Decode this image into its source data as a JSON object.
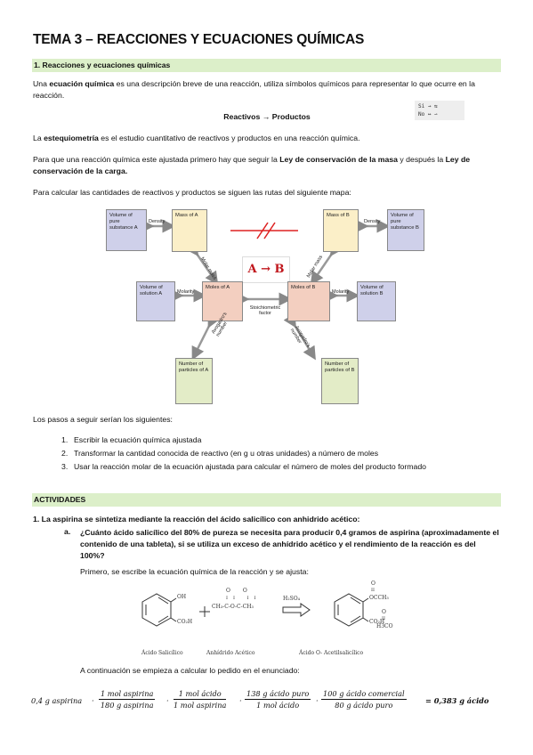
{
  "title": "TEMA 3 – REACCIONES Y ECUACIONES QUÍMICAS",
  "section1": "1. Reacciones y ecuaciones químicas",
  "p1_a": "Una ",
  "p1_b": "ecuación química",
  "p1_c": " es una descripción breve de una reacción, utiliza símbolos químicos para representar lo que ocurre en la reacción.",
  "reaction_scheme": "Reactivos → Productos",
  "legend": {
    "line1": "Si  →  ⇆",
    "line2": "No  ↔  ⇀"
  },
  "p2_a": "La ",
  "p2_b": "estequiometría",
  "p2_c": " es el estudio cuantitativo de reactivos y productos en una reacción química.",
  "p3_a": "Para que una reacción química este ajustada primero hay que seguir la ",
  "p3_b": "Ley de conservación de la masa",
  "p3_c": " y después la ",
  "p3_d": "Ley de conservación de la carga.",
  "p4": "Para calcular las cantidades de reactivos y productos se siguen las rutas del siguiente mapa:",
  "diagram": {
    "vol_pure_a": "Volume of pure substance A",
    "mass_a": "Mass of A",
    "mass_b": "Mass of B",
    "vol_pure_b": "Volume of pure substance B",
    "density": "Density",
    "molar_mass": "Molar mass",
    "reaction": "A → B",
    "vol_sol_a": "Volume of solution A",
    "moles_a": "Moles of A",
    "moles_b": "Moles of B",
    "vol_sol_b": "Volume of solution B",
    "molarity": "Molarity",
    "stoich": "Stoichiometric factor",
    "avogadro": "Avogadro's number",
    "particles_a": "Number of particles of A",
    "particles_b": "Number of particles of B"
  },
  "p5": "Los pasos a seguir serían los siguientes:",
  "steps": [
    {
      "n": "1.",
      "text": "Escribir la ecuación química ajustada"
    },
    {
      "n": "2.",
      "text": "Transformar la cantidad conocida de reactivo (en g u otras unidades) a número de moles"
    },
    {
      "n": "3.",
      "text": "Usar la reacción molar de la ecuación ajustada para calcular el número de moles del producto formado"
    }
  ],
  "actividades": "ACTIVIDADES",
  "q1": "1.   La aspirina se sintetiza mediante la reacción del ácido salicílico con anhidrido acético:",
  "q1a_n": "a.",
  "q1a": "¿Cuánto ácido salicílico del 80% de pureza se necesita para producir 0,4 gramos de aspirina (aproximadamente el contenido de una tableta), si se utiliza un exceso de anhídrido acético y el rendimiento de la reacción es del 100%?",
  "q1a_p1": "Primero, se escribe la ecuación química de la reacción y se ajusta:",
  "chem": {
    "oh": "OH",
    "co2h": "CO₂H",
    "co2h_b": "CO₂H",
    "plus": "+",
    "anh": "CH₃-C-O-C-CH₃",
    "h2so4": "H₂SO₄",
    "occh3": "OCCH₃",
    "o": "O",
    "ii": "II",
    "h3co": "H3CO",
    "lbl1": "Ácido Salicílico",
    "lbl2": "Anhídrido Acético",
    "lbl3": "Ácido O- Acetilsalicílico"
  },
  "q1a_p2": "A continuación se empieza a calcular lo pedido en el enunciado:",
  "calc": {
    "start": "0,4 g aspirina",
    "f1n": "1 mol aspirina",
    "f1d": "180 g aspirina",
    "f2n": "1 mol ácido",
    "f2d": "1 mol aspirina",
    "f3n": "138 g ácido puro",
    "f3d": "1 mol ácido",
    "f4n": "100 g ácido comercial",
    "f4d": "80 g ácido puro",
    "result": "= 0,383 g ácido"
  }
}
